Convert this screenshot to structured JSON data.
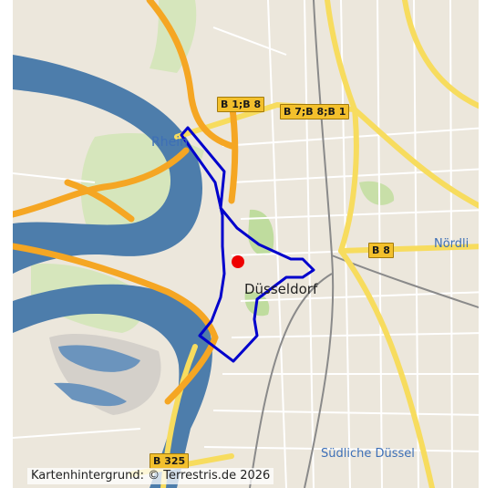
{
  "map": {
    "road_shields": [
      "B 1;B 8",
      "B 7;B 8;B 1",
      "B 8",
      "B 325"
    ],
    "place_labels": {
      "river": "Rhein",
      "city": "Düsseldorf",
      "district_north": "Nördli",
      "district_south": "Südliche Düssel"
    },
    "attribution": "Kartenhintergrund: © Terrestris.de 2026",
    "colors": {
      "background": "#ece7dc",
      "water": "#4d7dab",
      "highway": "#f5a623",
      "primary_road": "#f7dc5e",
      "park": "#cfe3b0",
      "boundary": "#0000cc",
      "marker": "#ee0000"
    },
    "marker_icon": "red-dot-marker"
  }
}
